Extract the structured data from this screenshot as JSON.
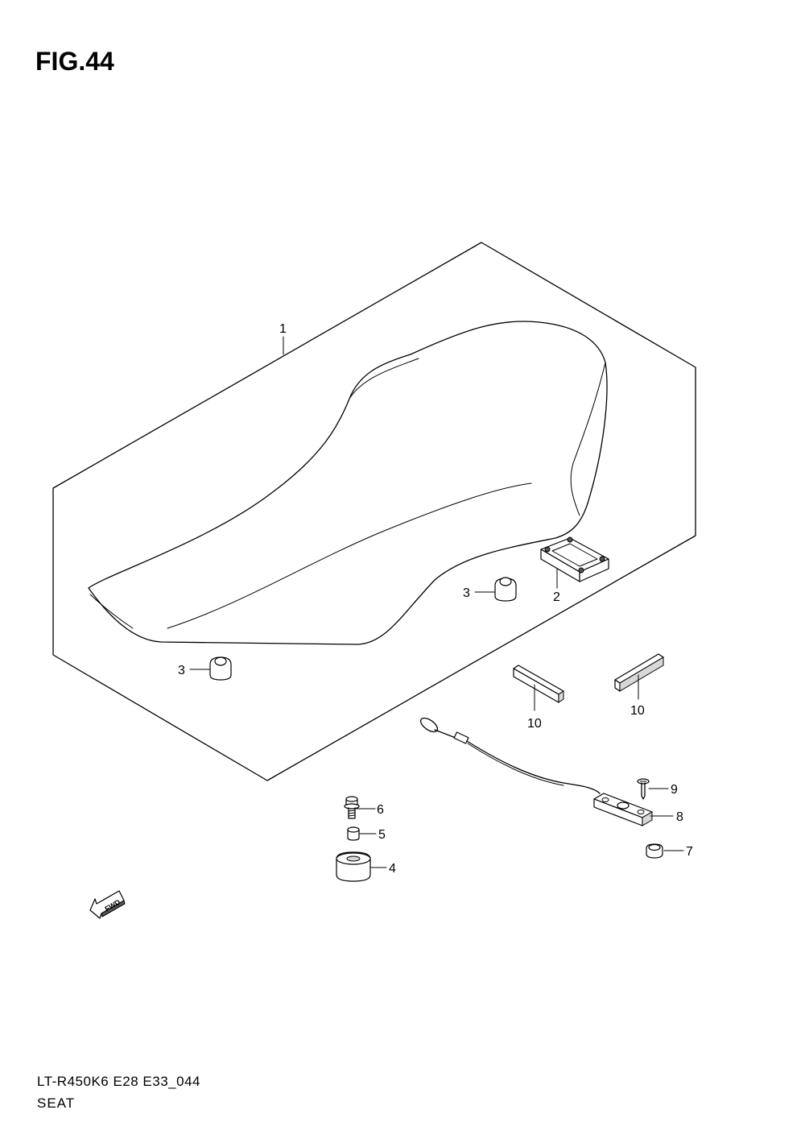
{
  "figure": {
    "title": "FIG.44",
    "code": "LT-R450K6 E28 E33_044",
    "name": "SEAT"
  },
  "callouts": {
    "c1": "1",
    "c2": "2",
    "c3a": "3",
    "c3b": "3",
    "c4": "4",
    "c5": "5",
    "c6": "6",
    "c7": "7",
    "c8": "8",
    "c9": "9",
    "c10a": "10",
    "c10b": "10"
  },
  "fwd_arrow": {
    "label": "FWD",
    "icon": "fwd-arrow-icon"
  },
  "colors": {
    "line": "#000000",
    "background": "#ffffff"
  }
}
